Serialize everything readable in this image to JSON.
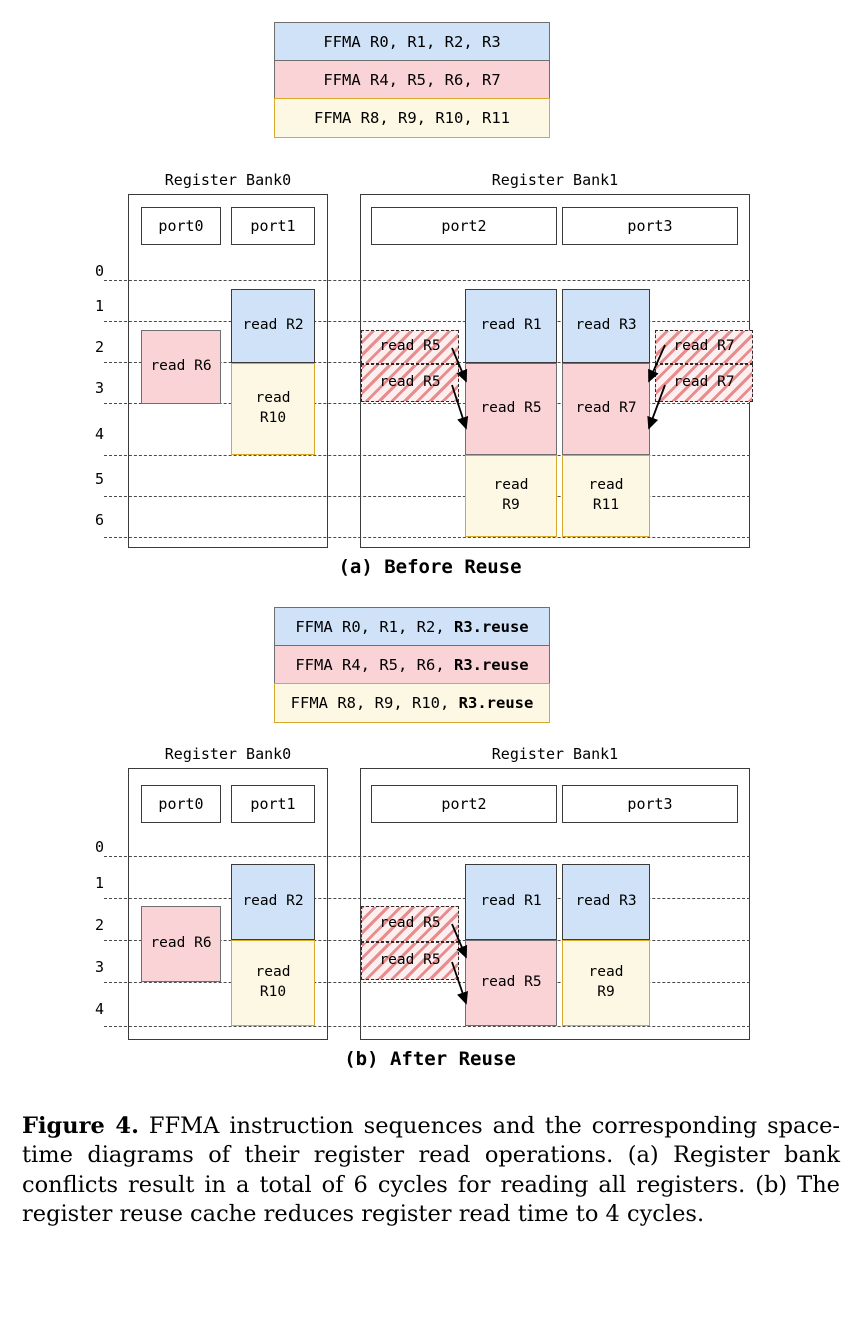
{
  "figure": {
    "caption_label": "Figure 4.",
    "caption_text": " FFMA instruction sequences and the corresponding space-time diagrams of their register read operations. (a) Register bank conflicts result in a total of 6 cycles for reading all registers. (b) The register reuse cache reduces register read time to 4 cycles."
  },
  "panel_a": {
    "subcaption": "(a) Before Reuse",
    "instructions": [
      {
        "text": "FFMA R0, R1, R2, R3",
        "bold": "",
        "color": "blue"
      },
      {
        "text": "FFMA R4, R5, R6, R7",
        "bold": "",
        "color": "pink"
      },
      {
        "text": "FFMA R8, R9, R10, R11",
        "bold": "",
        "color": "cream"
      }
    ],
    "bank0_title": "Register Bank0",
    "bank1_title": "Register Bank1",
    "ports": [
      "port0",
      "port1",
      "port2",
      "port3"
    ],
    "cycle_labels": [
      "0",
      "1",
      "2",
      "3",
      "4",
      "5",
      "6"
    ],
    "cells": [
      {
        "port": "port1",
        "start": 1,
        "span": 2,
        "text": "read R2",
        "color": "blue"
      },
      {
        "port": "port0",
        "start": 2,
        "span": 2,
        "text": "read R6",
        "color": "pink"
      },
      {
        "port": "port1",
        "start": 3,
        "span": 2,
        "text": "read\nR10",
        "color": "cream"
      },
      {
        "port": "port2",
        "start": 1,
        "span": 2,
        "text": "read R1",
        "color": "blue"
      },
      {
        "port": "port2",
        "start": 3,
        "span": 2,
        "text": "read R5",
        "color": "pink"
      },
      {
        "port": "port2",
        "start": 5,
        "span": 2,
        "text": "read\nR9",
        "color": "cream"
      },
      {
        "port": "port3",
        "start": 1,
        "span": 2,
        "text": "read R3",
        "color": "blue"
      },
      {
        "port": "port3",
        "start": 3,
        "span": 2,
        "text": "read R7",
        "color": "pink"
      },
      {
        "port": "port3",
        "start": 5,
        "span": 2,
        "text": "read\nR11",
        "color": "cream"
      }
    ],
    "reuse_cells": [
      {
        "side": "left",
        "start": 2,
        "text": "read R5"
      },
      {
        "side": "left",
        "start": 3,
        "text": "read R5"
      },
      {
        "side": "right",
        "start": 2,
        "text": "read R7"
      },
      {
        "side": "right",
        "start": 3,
        "text": "read R7"
      }
    ]
  },
  "panel_b": {
    "subcaption": "(b) After Reuse",
    "instructions": [
      {
        "text": "FFMA R0, R1, R2, ",
        "bold": "R3.reuse",
        "color": "blue"
      },
      {
        "text": "FFMA R4, R5, R6, ",
        "bold": "R3.reuse",
        "color": "pink"
      },
      {
        "text": "FFMA R8, R9, R10, ",
        "bold": "R3.reuse",
        "color": "cream"
      }
    ],
    "bank0_title": "Register Bank0",
    "bank1_title": "Register Bank1",
    "ports": [
      "port0",
      "port1",
      "port2",
      "port3"
    ],
    "cycle_labels": [
      "0",
      "1",
      "2",
      "3",
      "4"
    ],
    "cells": [
      {
        "port": "port1",
        "start": 1,
        "span": 2,
        "text": "read R2",
        "color": "blue"
      },
      {
        "port": "port0",
        "start": 2,
        "span": 2,
        "text": "read R6",
        "color": "pink"
      },
      {
        "port": "port1",
        "start": 3,
        "span": 2,
        "text": "read\nR10",
        "color": "cream"
      },
      {
        "port": "port2",
        "start": 1,
        "span": 2,
        "text": "read R1",
        "color": "blue"
      },
      {
        "port": "port2",
        "start": 3,
        "span": 2,
        "text": "read R5",
        "color": "pink"
      },
      {
        "port": "port3",
        "start": 1,
        "span": 2,
        "text": "read R3",
        "color": "blue"
      },
      {
        "port": "port3",
        "start": 3,
        "span": 2,
        "text": "read\nR9",
        "color": "cream"
      }
    ],
    "reuse_cells": [
      {
        "side": "left",
        "start": 2,
        "text": "read R5"
      },
      {
        "side": "left",
        "start": 3,
        "text": "read R5"
      }
    ]
  },
  "colors": {
    "blue_fill": "#cfe2f8",
    "pink_fill": "#f9d3d6",
    "cream_fill": "#fdf8e3",
    "cream_border": "#d8a92a",
    "box_border": "#3b3b3b",
    "hatch_red": "#d63e3e"
  }
}
